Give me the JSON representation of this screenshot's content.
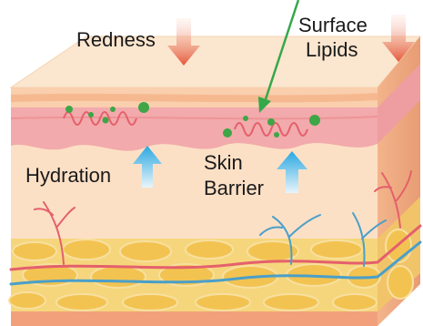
{
  "labels": {
    "redness": "Redness",
    "surface_lipids": [
      "Surface",
      "Lipids"
    ],
    "hydration": "Hydration",
    "skin_barrier": [
      "Skin",
      "Barrier"
    ]
  },
  "colors": {
    "background": "#ffffff",
    "epidermis_top": "#fbe3c9",
    "dermis": "#f8c29b",
    "papillary_pink": "#f2a6a8",
    "fat": "#f6d87a",
    "fat_cell": "#f2bf4f",
    "arrow_down": "#e4573a",
    "arrow_up": "#2aa7e1",
    "pointer_arrow": "#35a84a",
    "lipid_dot": "#3ea646",
    "vessel_red": "#e4606c",
    "vessel_blue": "#4a9fc9"
  },
  "icons": [
    "redness-arrow-icon",
    "surface-lipids-arrow-icon",
    "hydration-arrow-icon",
    "skin-barrier-arrow-icon",
    "pointer-arrow-icon"
  ]
}
